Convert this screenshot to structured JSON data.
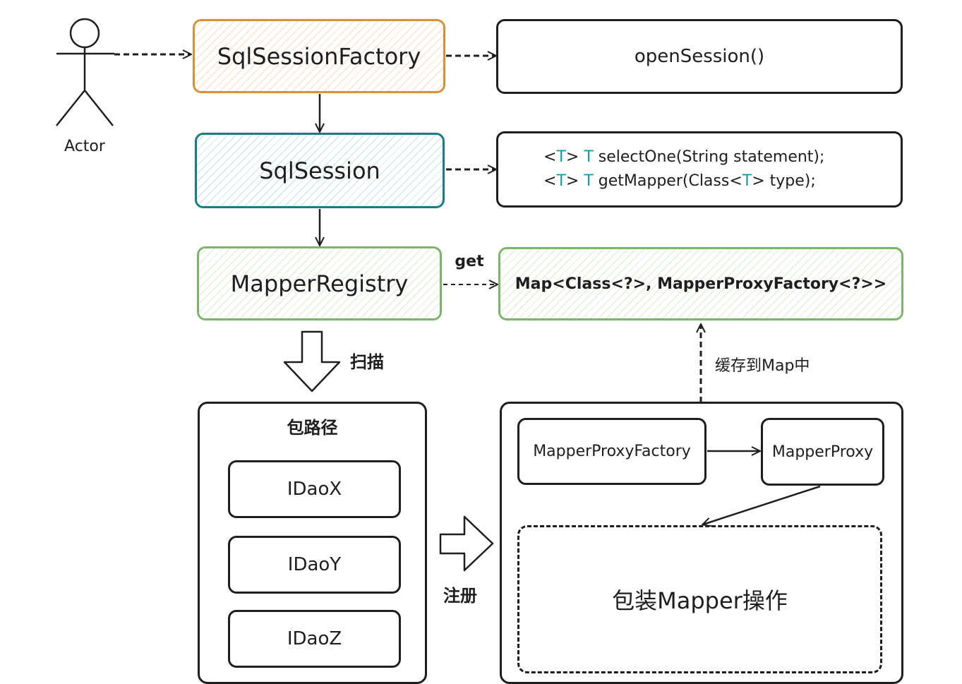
{
  "actor": {
    "label": "Actor"
  },
  "nodes": {
    "sql_session_factory": "SqlSessionFactory",
    "open_session": "openSession()",
    "sql_session": "SqlSession",
    "sql_session_methods": {
      "line1": {
        "open": "<",
        "t1": "T",
        "close": ">",
        "space": " ",
        "t2": "T",
        "rest": " selectOne(String statement);"
      },
      "line2": {
        "open": "<",
        "t1": "T",
        "close": ">",
        "space": " ",
        "t2": "T",
        "rest_a": " getMapper(Class<",
        "t3": "T",
        "rest_b": "> type);"
      }
    },
    "mapper_registry": "MapperRegistry",
    "map_field": "Map<Class<?>, MapperProxyFactory<?>>",
    "package_path": "包路径",
    "dao_items": [
      "IDaoX",
      "IDaoY",
      "IDaoZ"
    ],
    "mapper_proxy_factory": "MapperProxyFactory",
    "mapper_proxy": "MapperProxy",
    "wrap_operation": "包装Mapper操作"
  },
  "edge_labels": {
    "get": "get",
    "scan": "扫描",
    "cache_to_map": "缓存到Map中",
    "register": "注册"
  },
  "colors": {
    "factory": "#d9903a",
    "session": "#1a7a85",
    "registry": "#7cb46a",
    "generic_t": "#1a9aa0",
    "ink": "#1e1e1e"
  }
}
